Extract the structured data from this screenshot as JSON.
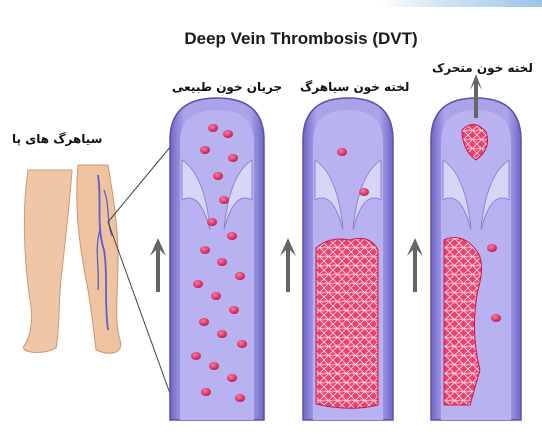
{
  "title": "Deep Vein Thrombosis (DVT)",
  "labels": {
    "leg_veins": "سیاهرگ های پا",
    "normal_flow": "جریان خون طبیعی",
    "venous_clot": "لخته خون سیاهرگ",
    "moving_clot": "لخته خون متحرک"
  },
  "colors": {
    "vessel_wall": "#8d84d6",
    "vessel_inner": "#b7b2ee",
    "blood_cell": "#e0245e",
    "clot": "#f2507a",
    "arrow": "#666666"
  }
}
